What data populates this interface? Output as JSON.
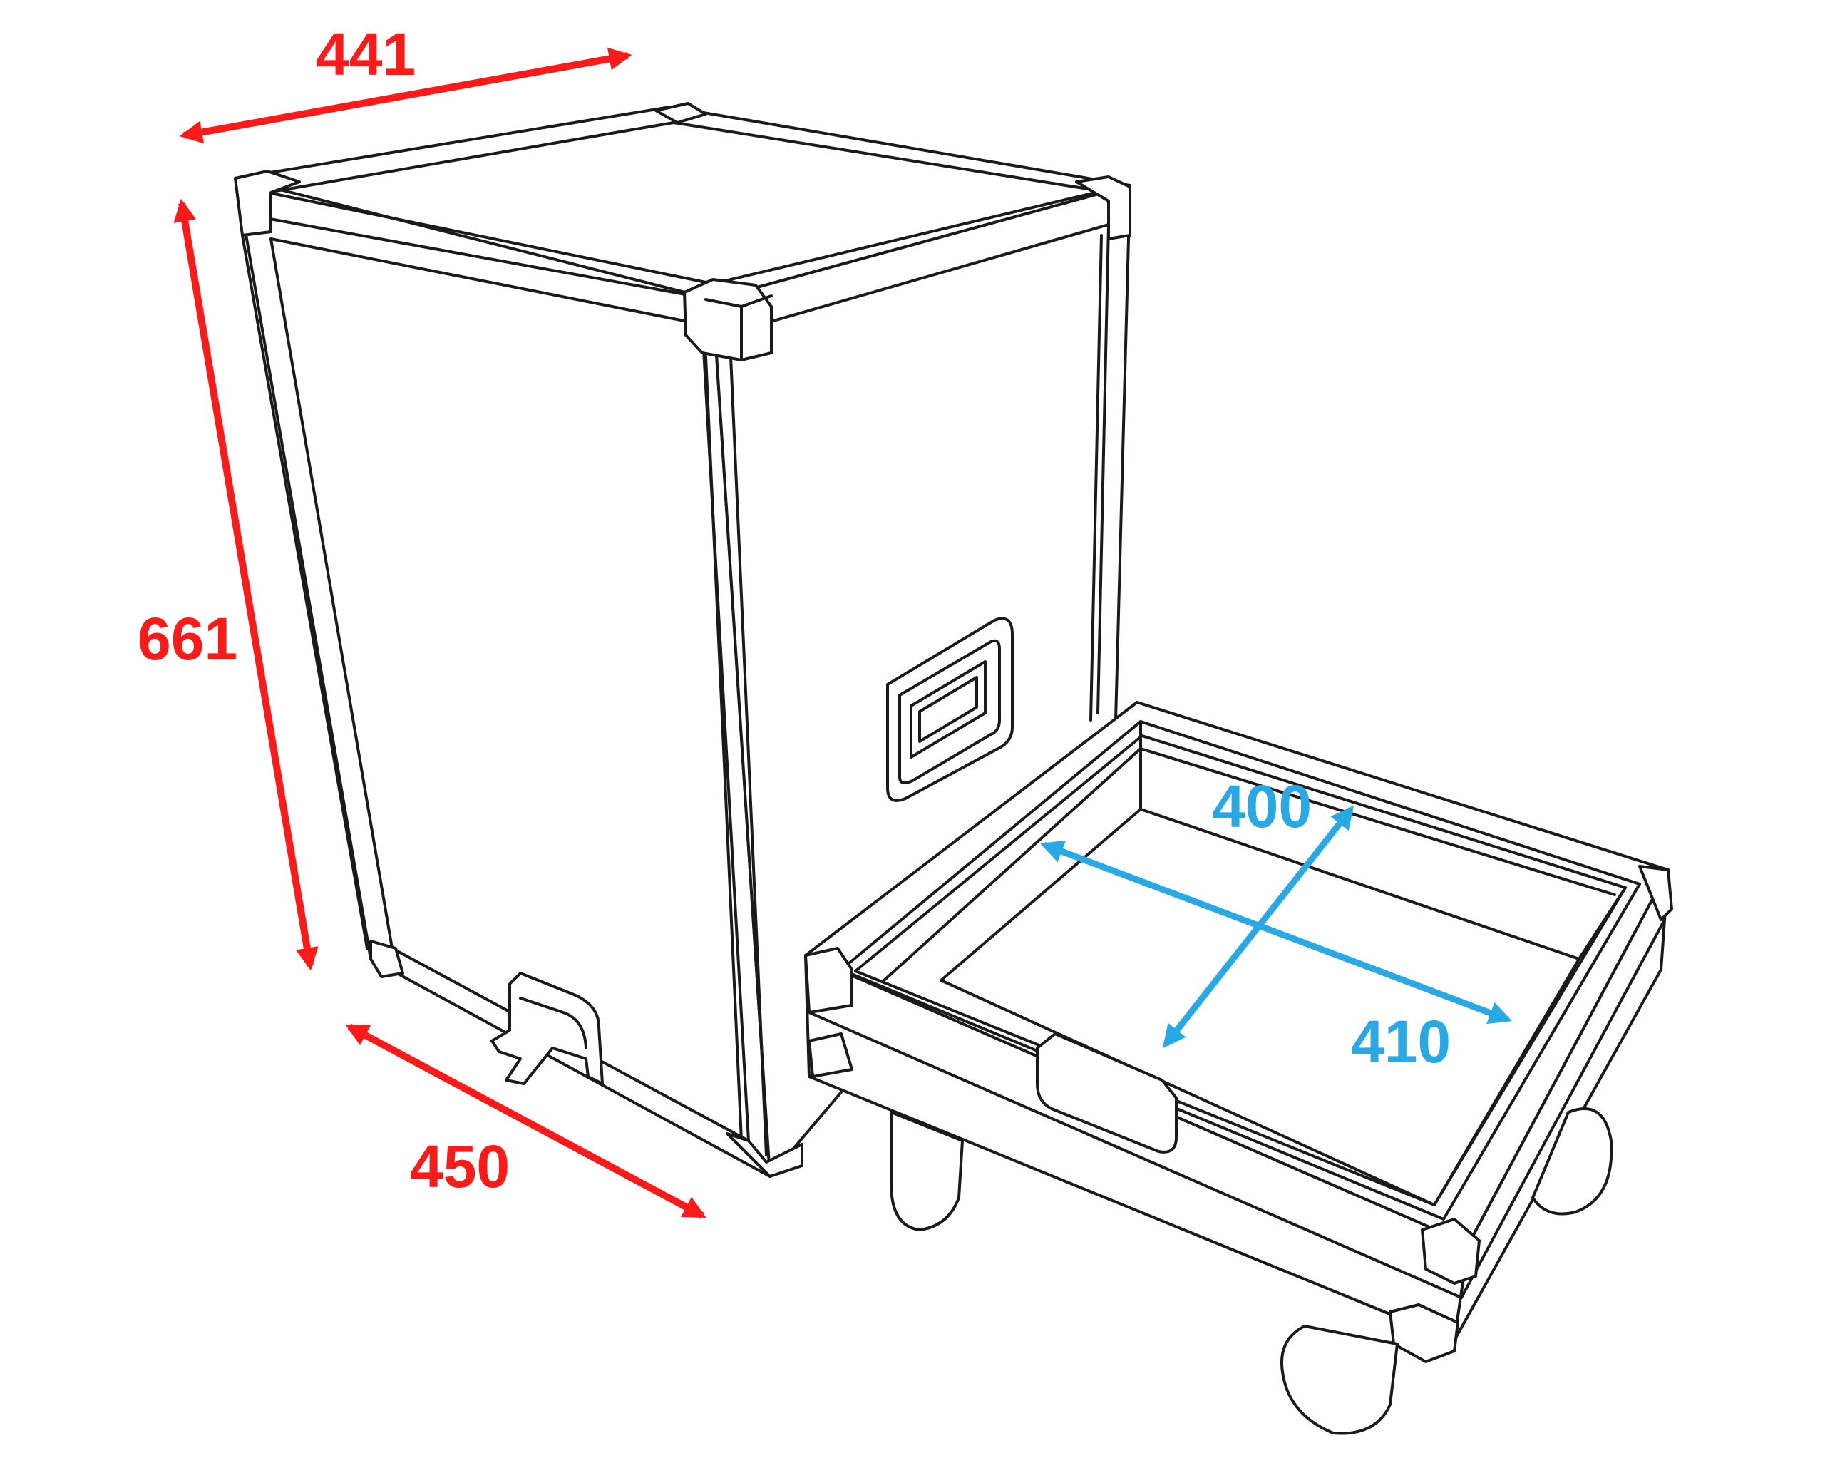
{
  "colors": {
    "outer_dimension": "#ff1a1a",
    "inner_dimension": "#29a8e6",
    "outline": "#1a1a1a"
  },
  "dimensions": {
    "width": "441",
    "height": "661",
    "depth": "450",
    "inner_depth": "400",
    "inner_width": "410"
  }
}
